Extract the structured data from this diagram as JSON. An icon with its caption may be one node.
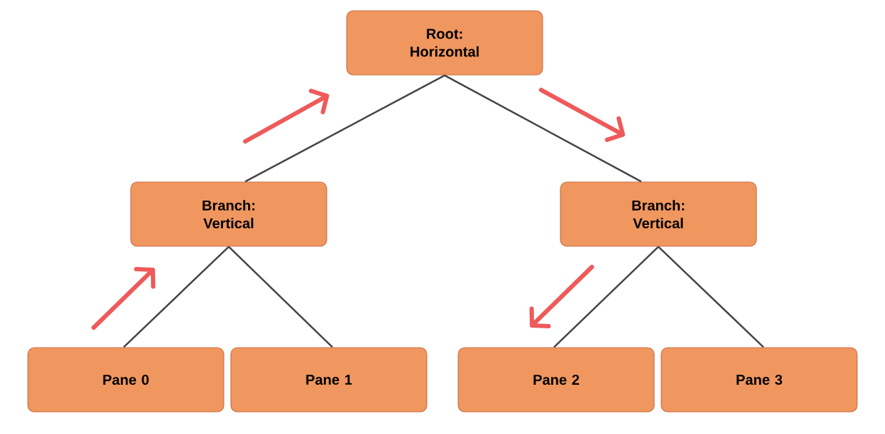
{
  "diagram": {
    "nodes": [
      {
        "text": [
          "Root: Horizontal"
        ]
      },
      {
        "text": [
          "Branch: Vertical"
        ]
      },
      {
        "text": [
          "Branch: Vertical"
        ]
      },
      {
        "text": [
          "Pane 0"
        ]
      },
      {
        "text": [
          "Pane 1"
        ]
      },
      {
        "text": [
          "Pane 2"
        ]
      },
      {
        "text": [
          "Pane 3"
        ]
      }
    ],
    "edges": [
      {
        "from": 0,
        "to": 1,
        "arrow": "none"
      },
      {
        "from": 0,
        "to": 2,
        "arrow": "none"
      },
      {
        "from": 1,
        "to": 3,
        "arrow": "none"
      },
      {
        "from": 1,
        "to": 4,
        "arrow": "none"
      },
      {
        "from": 2,
        "to": 5,
        "arrow": "none"
      },
      {
        "from": 2,
        "to": 6,
        "arrow": "none"
      }
    ]
  }
}
